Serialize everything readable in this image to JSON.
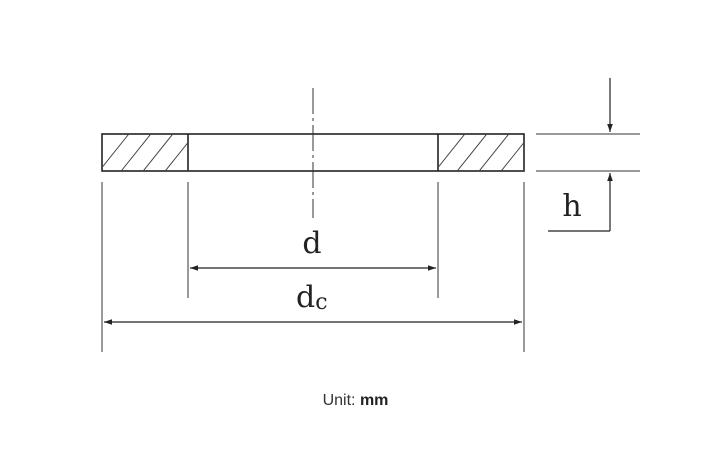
{
  "diagram": {
    "labels": {
      "inner_diameter": "d",
      "outer_diameter_main": "d",
      "outer_diameter_sub": "c",
      "thickness": "h"
    }
  },
  "footer": {
    "unit_label": "Unit:",
    "unit_value": "mm"
  }
}
